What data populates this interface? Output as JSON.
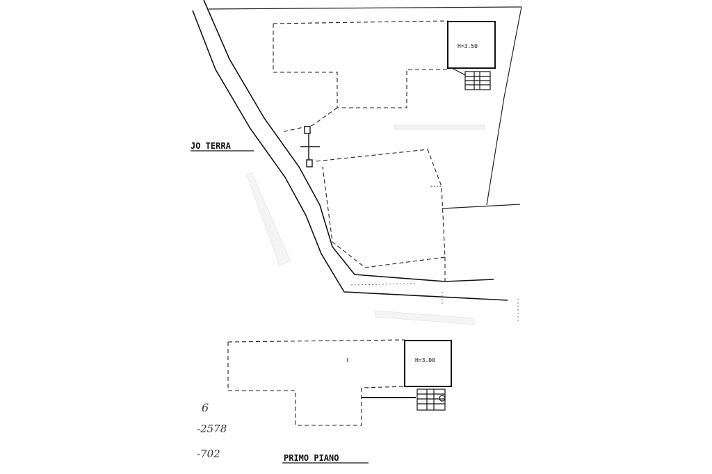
{
  "drawing": {
    "section_ground_floor": "JO TERRA",
    "section_first_floor": "PRIMO PIANO",
    "room_height_ground": "H=3.50",
    "room_height_first": "H=3.00",
    "handwritten_notes": [
      "6",
      "-2578",
      "-702"
    ]
  },
  "colors": {
    "paper": "#ffffff",
    "ink": "#111111",
    "faint": "#bbbbbb"
  }
}
